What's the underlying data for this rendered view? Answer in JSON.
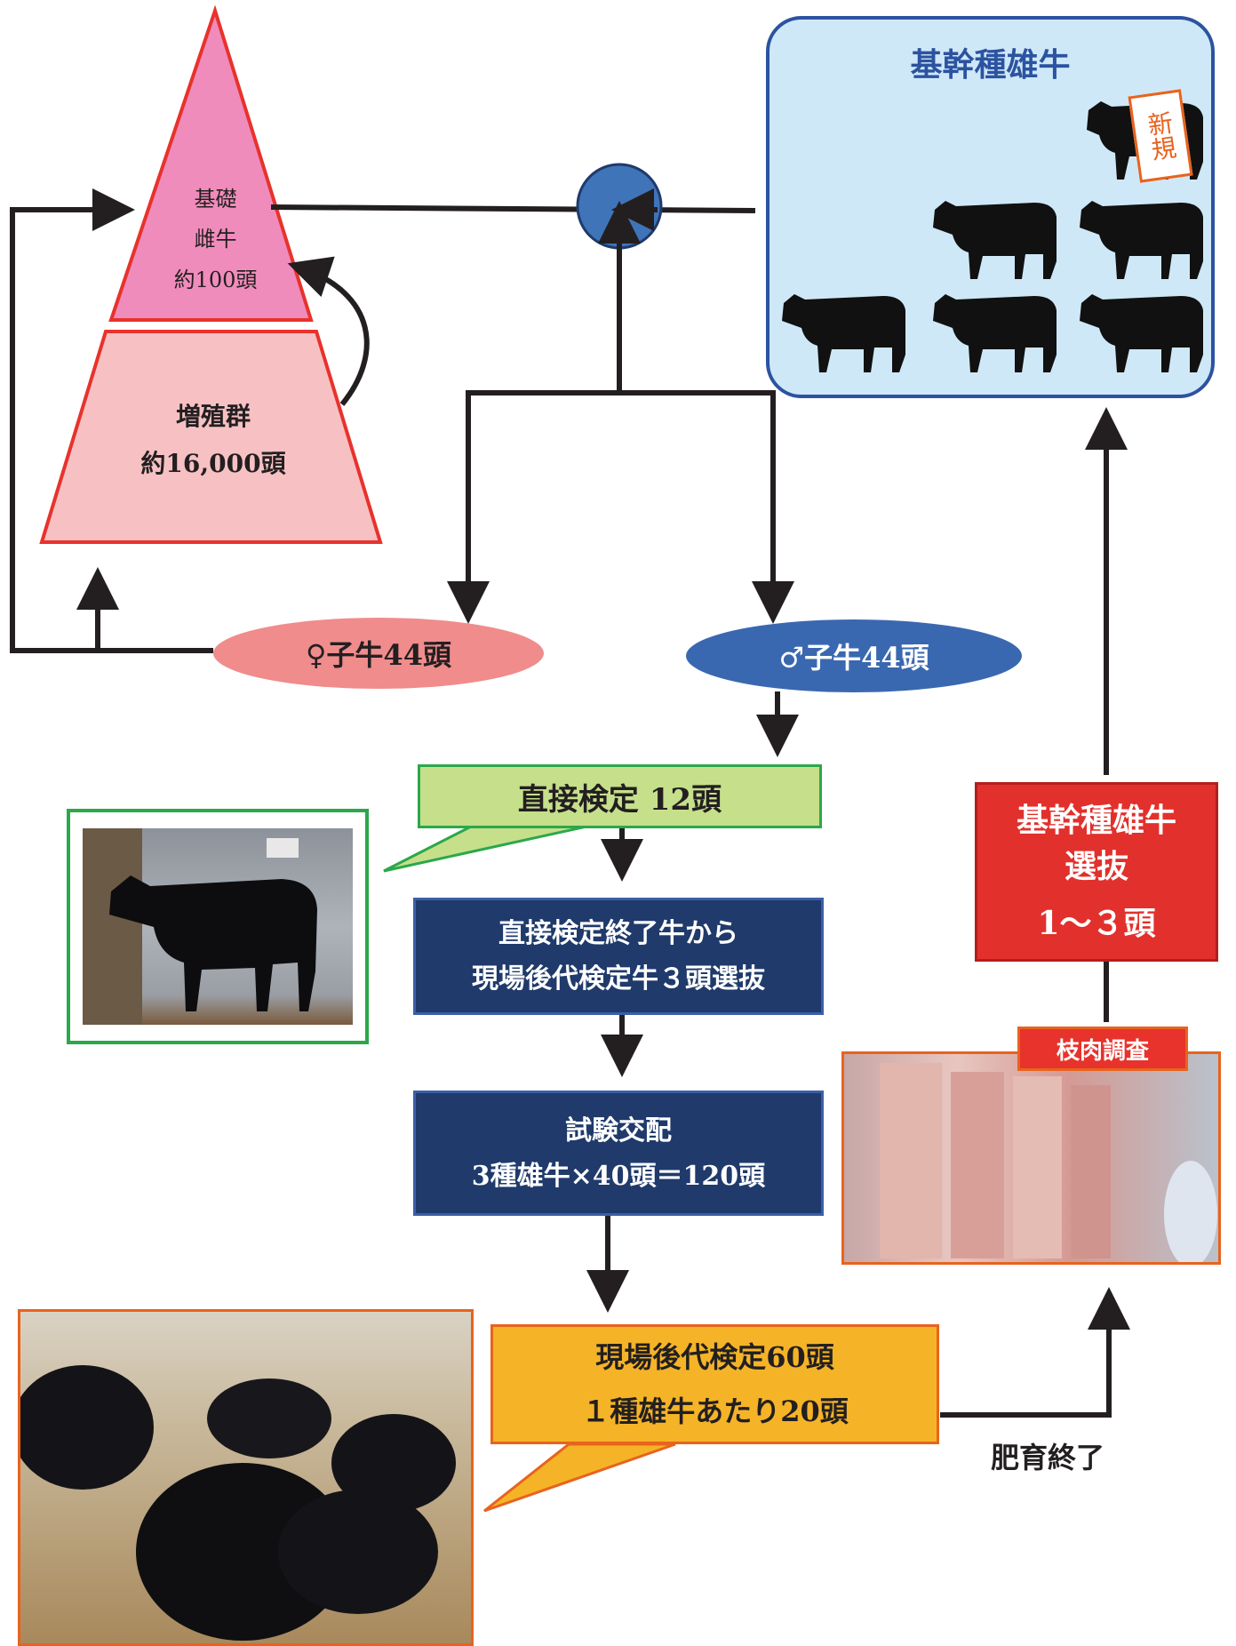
{
  "pyramid": {
    "top_line1": "基礎",
    "top_line2": "雌牛",
    "top_line3": "約100頭",
    "bottom_line1": "増殖群",
    "bottom_line2": "約16,000頭"
  },
  "key_bulls": {
    "title": "基幹種雄牛",
    "new_stamp": "新規"
  },
  "calves": {
    "female": "♀子牛44頭",
    "male": "♂子牛44頭"
  },
  "steps": {
    "direct_test": "直接検定 12頭",
    "select_line1": "直接検定終了牛から",
    "select_line2": "現場後代検定牛３頭選抜",
    "mating_line1": "試験交配",
    "mating_line2": "3種雄牛×40頭＝120頭",
    "progeny_line1": "現場後代検定60頭",
    "progeny_line2": "１種雄牛あたり20頭",
    "fattening_done": "肥育終了",
    "carcass_label": "枝肉調査",
    "selection_line1": "基幹種雄牛",
    "selection_line2": "選抜",
    "selection_line3": "1～３頭"
  },
  "colors": {
    "pyramid_top": "#f08cbc",
    "pyramid_bottom": "#f7c1c4",
    "female_oval": "#f08c8c",
    "male_oval": "#3a68b0",
    "key_bull_bg": "#cfe8f8",
    "direct_test_bg": "#c6df8b",
    "navy": "#1f3a6b",
    "progeny_bg": "#f5b427",
    "selection_bg": "#e2302c"
  }
}
